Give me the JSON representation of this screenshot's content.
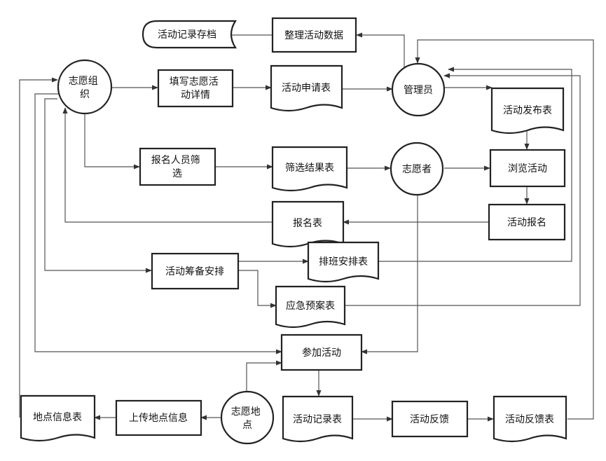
{
  "colors": {
    "line": "#555555",
    "border": "#222222",
    "text": "#111111",
    "background": "#ffffff"
  },
  "nodes": [
    {
      "id": "zhiyuan-zuzhi",
      "shape": "circle",
      "lines": [
        "志愿组",
        "织"
      ]
    },
    {
      "id": "tianxie-huodong",
      "shape": "process",
      "lines": [
        "填写志愿活",
        "动详情"
      ]
    },
    {
      "id": "huodong-shenqingbiao",
      "shape": "document",
      "lines": [
        "活动申请表"
      ]
    },
    {
      "id": "guanliyuan",
      "shape": "circle",
      "lines": [
        "管理员"
      ]
    },
    {
      "id": "zhengli-shuju",
      "shape": "process",
      "lines": [
        "整理活动数据"
      ]
    },
    {
      "id": "jilu-cundang",
      "shape": "storage",
      "lines": [
        "活动记录存档"
      ]
    },
    {
      "id": "huodong-fabubiao",
      "shape": "document",
      "lines": [
        "活动发布表"
      ]
    },
    {
      "id": "liulan-huodong",
      "shape": "process",
      "lines": [
        "浏览活动"
      ]
    },
    {
      "id": "huodong-baoming",
      "shape": "process",
      "lines": [
        "活动报名"
      ]
    },
    {
      "id": "baomingbiao",
      "shape": "document",
      "lines": [
        "报名表"
      ]
    },
    {
      "id": "baoming-shaixuan",
      "shape": "process",
      "lines": [
        "报名人员筛",
        "选"
      ]
    },
    {
      "id": "shaixuan-jieguobiao",
      "shape": "document",
      "lines": [
        "筛选结果表"
      ]
    },
    {
      "id": "zhiyuanzhe",
      "shape": "circle",
      "lines": [
        "志愿者"
      ]
    },
    {
      "id": "chouhbei-anpai",
      "shape": "process",
      "lines": [
        "活动筹备安排"
      ]
    },
    {
      "id": "paiban-anpaibiao",
      "shape": "document",
      "lines": [
        "排班安排表"
      ]
    },
    {
      "id": "yingji-yuanbiao",
      "shape": "document",
      "lines": [
        "应急预案表"
      ]
    },
    {
      "id": "canjia-huodong",
      "shape": "process",
      "lines": [
        "参加活动"
      ]
    },
    {
      "id": "zhiyuan-didian",
      "shape": "circle",
      "lines": [
        "志愿地",
        "点"
      ]
    },
    {
      "id": "shangchuan-didian",
      "shape": "process",
      "lines": [
        "上传地点信息"
      ]
    },
    {
      "id": "didian-xinxibiao",
      "shape": "document",
      "lines": [
        "地点信息表"
      ]
    },
    {
      "id": "huodong-jilubiao",
      "shape": "document",
      "lines": [
        "活动记录表"
      ]
    },
    {
      "id": "huodong-fankui",
      "shape": "process",
      "lines": [
        "活动反馈"
      ]
    },
    {
      "id": "huodong-fankuibiao",
      "shape": "document",
      "lines": [
        "活动反馈表"
      ]
    }
  ]
}
